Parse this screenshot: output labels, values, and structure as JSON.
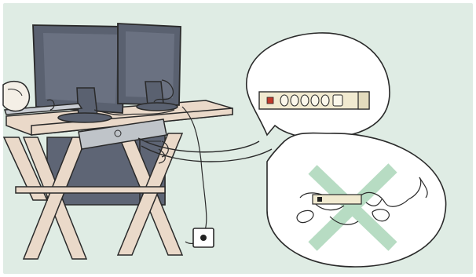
{
  "illustration": {
    "subject": "desk-cable-management",
    "colors": {
      "background": "#dfece4",
      "desk": "#ead9c9",
      "outline": "#2a2a2a",
      "monitor": "#5a6170",
      "monitor_screen": "#6a7181",
      "pc_tower": "#5e6575",
      "bubble": "#ffffff",
      "power_strip": "#f1ead0",
      "switch": "#c0392b",
      "cross": "#b7dcc3"
    },
    "panels": [
      {
        "name": "power-strip-mounted",
        "state": "correct",
        "outlet_count": 6
      },
      {
        "name": "power-strip-on-floor",
        "state": "incorrect",
        "marker": "cross"
      }
    ]
  }
}
